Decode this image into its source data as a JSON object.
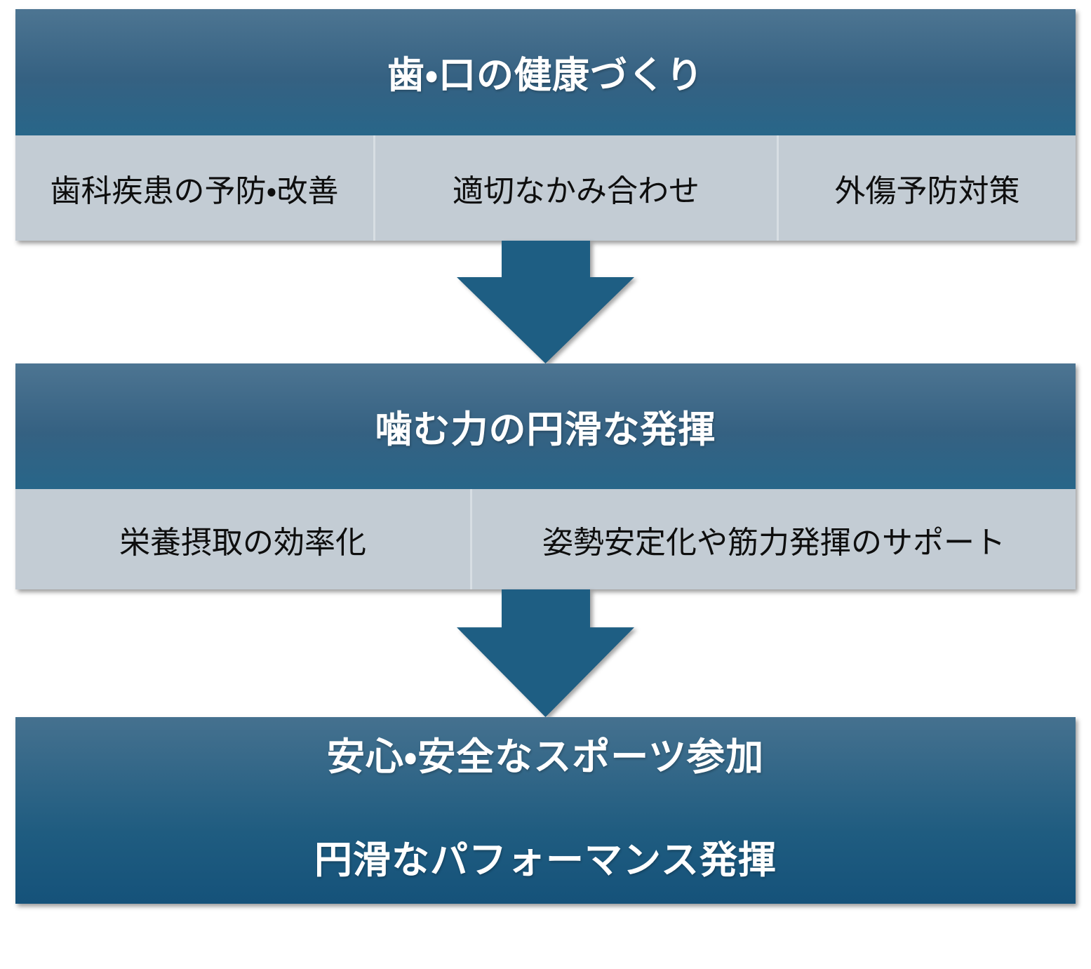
{
  "colors": {
    "page_bg": "#ffffff",
    "header_gradient_top": "#4d7592",
    "header_gradient_bottom": "#286689",
    "light_row_bg": "#c3ccd4",
    "divider": "#d7dee3",
    "cell_text": "#0e0e0e",
    "header_text": "#ffffff",
    "arrow": "#1e5e83",
    "final_gradient_top": "#45718f",
    "final_gradient_mid": "#1f5c80",
    "final_gradient_bottom": "#15527a"
  },
  "sections": [
    {
      "title": "歯・口の健康づくり",
      "cells": [
        "歯科疾患の予防・改善",
        "適切なかみ合わせ",
        "外傷予防対策"
      ]
    },
    {
      "title": "噛む力の円滑な発揮",
      "cells": [
        "栄養摂取の効率化",
        "姿勢安定化や筋力発揮のサポート"
      ]
    }
  ],
  "final": {
    "line1": "安心・安全なスポーツ参加",
    "line2": "円滑なパフォーマンス発揮"
  },
  "icons": {
    "down_arrow": "block-down-arrow"
  }
}
